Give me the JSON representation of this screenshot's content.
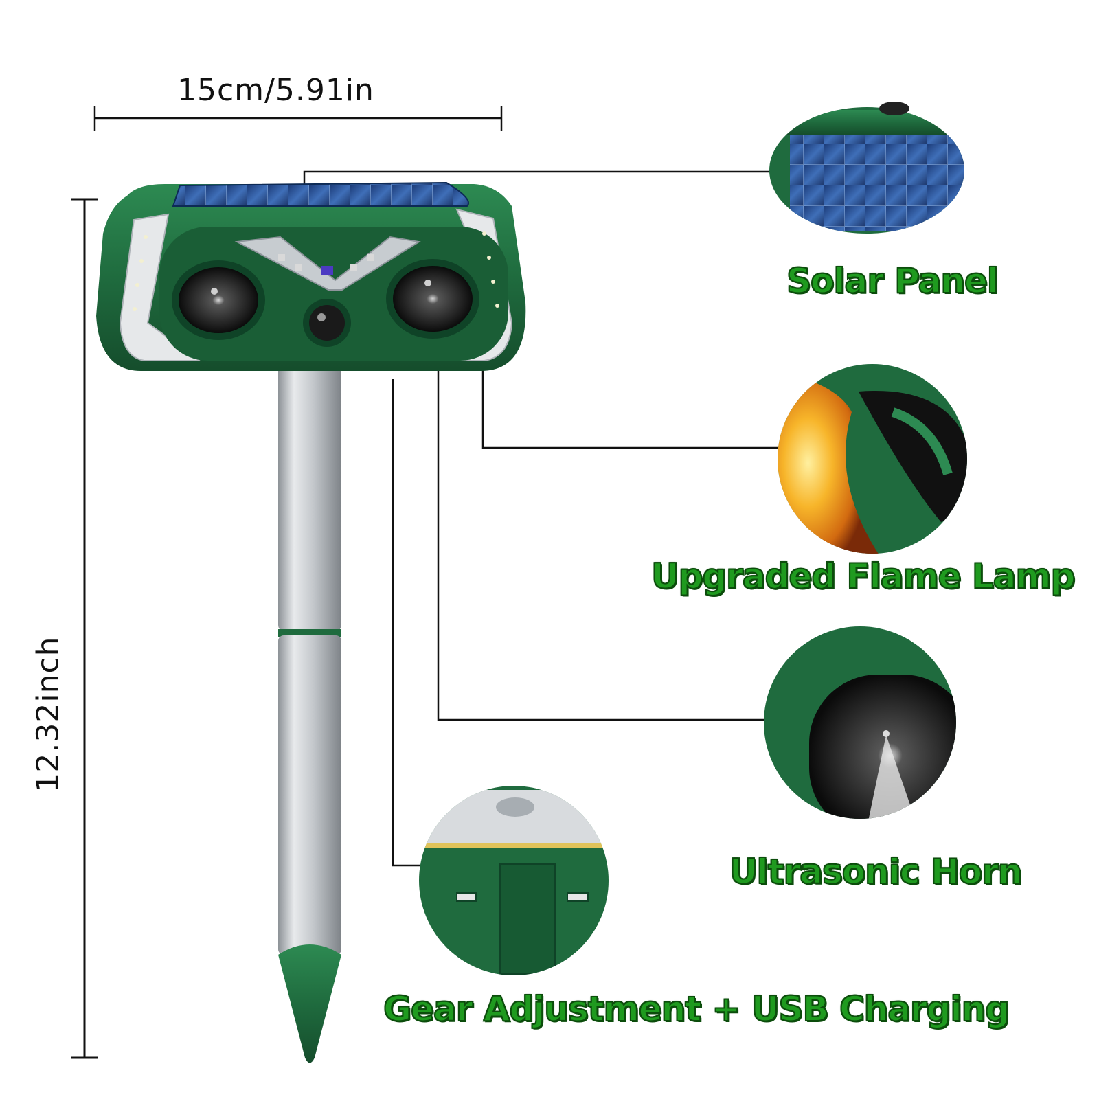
{
  "dimensions": {
    "width": "15cm/5.91in",
    "height": "12.32inch"
  },
  "callouts": {
    "solar_panel": "Solar Panel",
    "flame_lamp": "Upgraded Flame Lamp",
    "ultrasonic_horn": "Ultrasonic Horn",
    "gear_usb": "Gear Adjustment + USB Charging"
  },
  "colors": {
    "housing_green": "#1f6b3e",
    "label_green": "#1f9a1f",
    "stake_silver": "#c9cdd1"
  }
}
